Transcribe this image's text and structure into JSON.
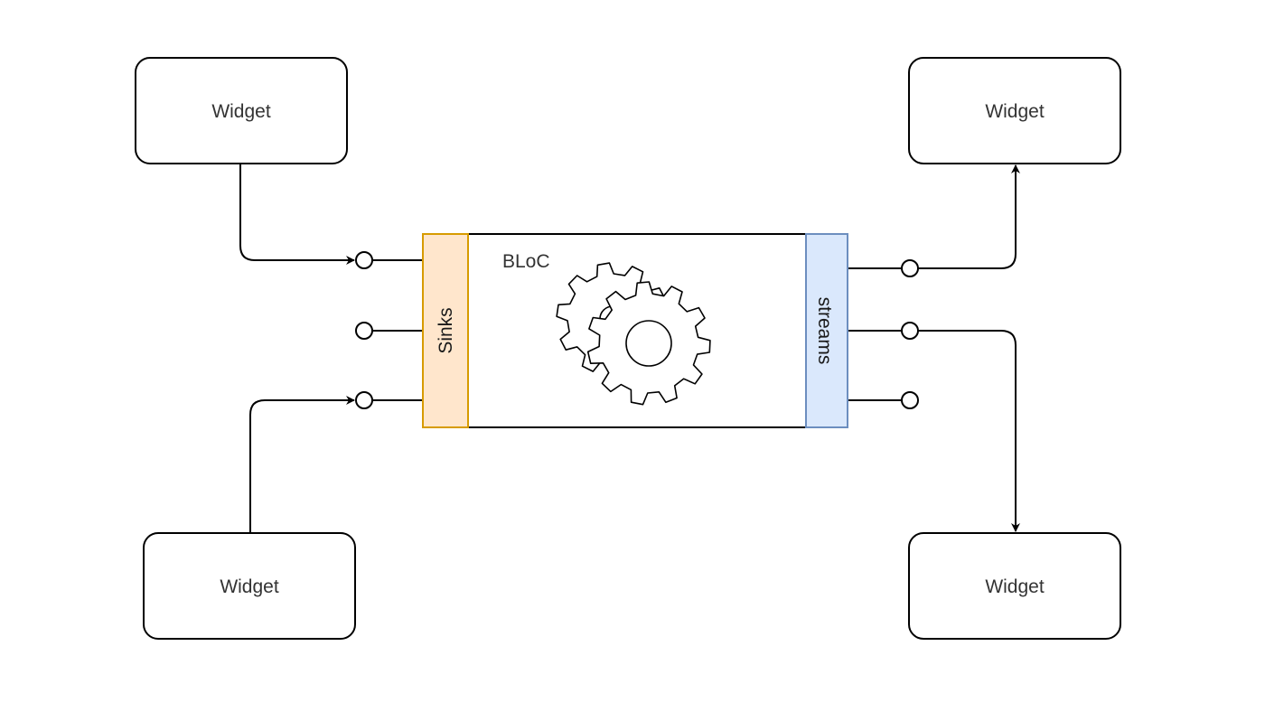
{
  "diagram": {
    "widgets": [
      {
        "id": "top-left",
        "label": "Widget"
      },
      {
        "id": "bottom-left",
        "label": "Widget"
      },
      {
        "id": "top-right",
        "label": "Widget"
      },
      {
        "id": "bottom-right",
        "label": "Widget"
      }
    ],
    "bloc": {
      "label": "BLoC",
      "sinks_label": "Sinks",
      "streams_label": "streams",
      "icon": "gears-icon"
    },
    "colors": {
      "sinks_fill": "#ffe6cc",
      "sinks_stroke": "#d79b00",
      "streams_fill": "#dae8fc",
      "streams_stroke": "#6c8ebf",
      "line": "#000000",
      "text": "#333333"
    }
  }
}
